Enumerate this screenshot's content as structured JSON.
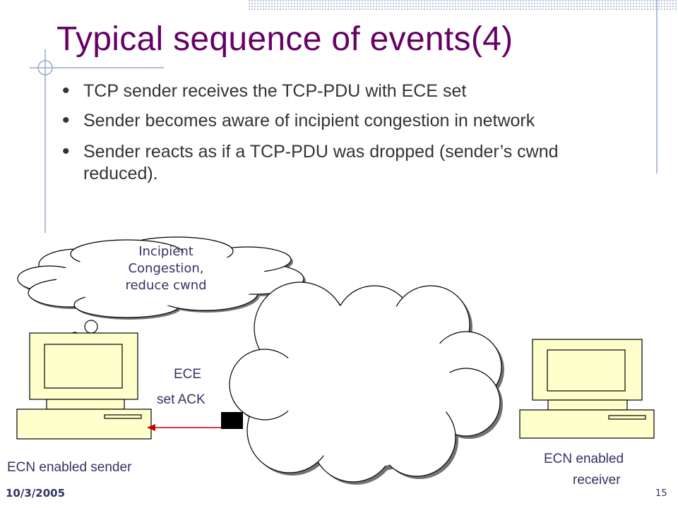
{
  "slide": {
    "title": "Typical sequence of events(4)",
    "bullets": [
      "TCP sender receives the TCP-PDU with ECE set",
      "Sender becomes aware of incipient congestion in network",
      "Sender reacts as if a TCP-PDU was dropped (sender’s cwnd reduced)."
    ],
    "bullet_glyph": "•"
  },
  "diagram": {
    "thought_bubble_lines": [
      "Incipient",
      "Congestion,",
      "reduce cwnd"
    ],
    "ack_label_line1": "ECE",
    "ack_label_line2": "set ACK",
    "sender_label": "ECN enabled sender",
    "receiver_label_line1": "ECN enabled",
    "receiver_label_line2": "receiver",
    "arrow_color": "#cc0000",
    "computer_fill": "#ffffcc",
    "network_cloud_fill": "#ffffff"
  },
  "footer": {
    "date": "10/3/2005",
    "slide_number": "15"
  },
  "colors": {
    "title": "#660066",
    "body_text": "#333333",
    "label_text": "#333366",
    "decor_lines": "#99aacc"
  }
}
